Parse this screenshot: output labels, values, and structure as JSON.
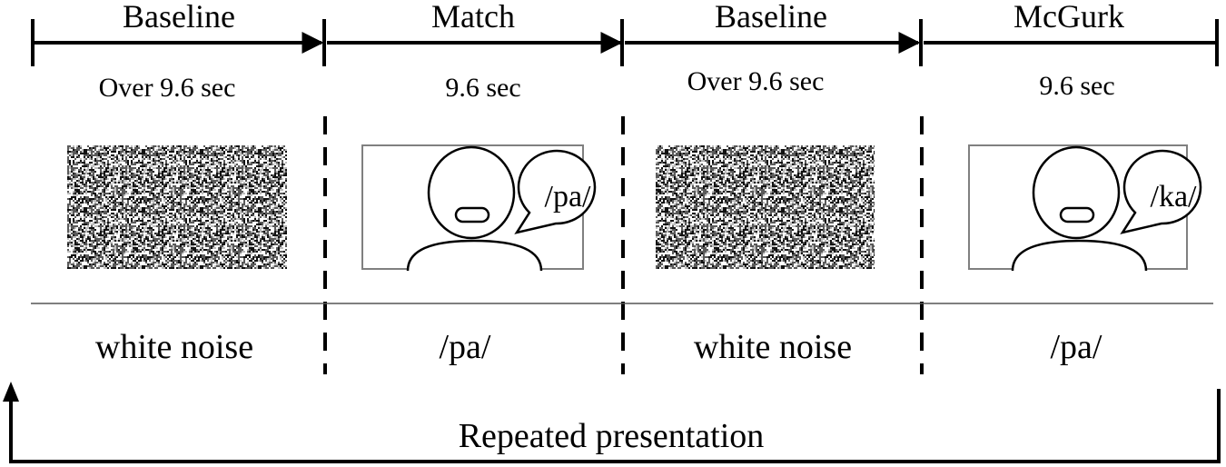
{
  "segments": [
    {
      "title": "Baseline",
      "duration": "Over 9.6 sec",
      "visual": "noise",
      "audio": "white noise"
    },
    {
      "title": "Match",
      "duration": "9.6 sec",
      "visual": "face",
      "speech": "/pa/",
      "audio": "/pa/"
    },
    {
      "title": "Baseline",
      "duration": "Over 9.6 sec",
      "visual": "noise",
      "audio": "white noise"
    },
    {
      "title": "McGurk",
      "duration": "9.6 sec",
      "visual": "face",
      "speech": "/ka/",
      "audio": "/pa/"
    }
  ],
  "footer": {
    "label": "Repeated presentation"
  },
  "icons": {
    "noise": "white-noise-pattern",
    "face": "talking-face-icon",
    "speech": "speech-bubble-icon"
  },
  "colors": {
    "line": "#000000",
    "frame": "#808080"
  }
}
